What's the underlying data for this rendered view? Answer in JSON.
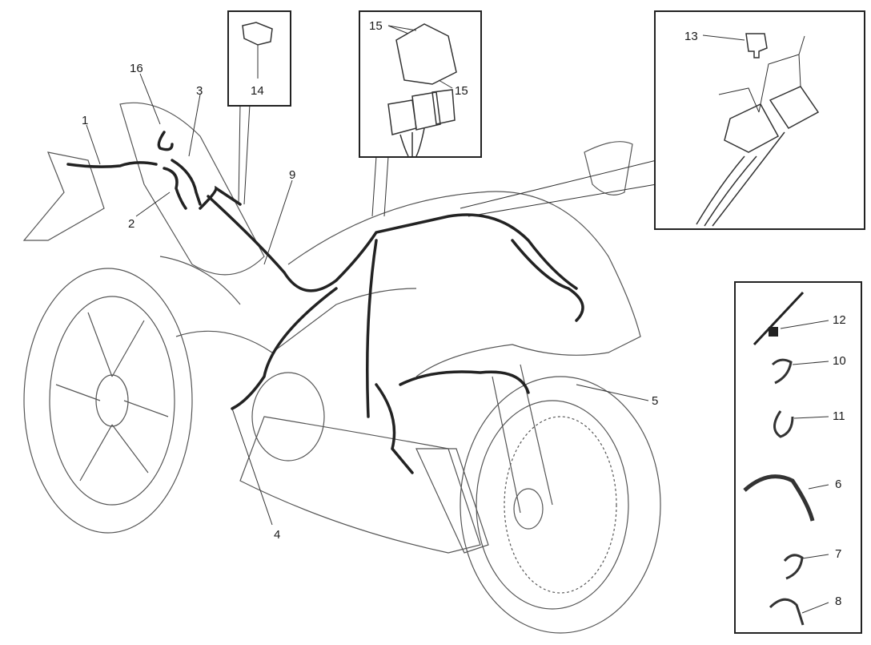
{
  "diagram": {
    "title": "",
    "subject": "Motorcycle electrical wiring harness exploded parts diagram",
    "callouts": [
      {
        "id": "1",
        "label": "1"
      },
      {
        "id": "2",
        "label": "2"
      },
      {
        "id": "3",
        "label": "3"
      },
      {
        "id": "4",
        "label": "4"
      },
      {
        "id": "5",
        "label": "5"
      },
      {
        "id": "9",
        "label": "9"
      },
      {
        "id": "16",
        "label": "16"
      }
    ],
    "insets": {
      "fuse_14": {
        "label": "14",
        "part": "fuse"
      },
      "relays_15": {
        "labels": [
          "15",
          "15"
        ],
        "part": "relays with connectors"
      },
      "fuse_box_13": {
        "label": "13",
        "part": "fuse holder / relays"
      },
      "fasteners": {
        "items": [
          {
            "label": "12",
            "part": "cable tie with clip"
          },
          {
            "label": "10",
            "part": "cable clip"
          },
          {
            "label": "11",
            "part": "cable clip"
          },
          {
            "label": "6",
            "part": "curved cable guide"
          },
          {
            "label": "7",
            "part": "cable clip"
          },
          {
            "label": "8",
            "part": "cable strap"
          }
        ]
      }
    }
  }
}
